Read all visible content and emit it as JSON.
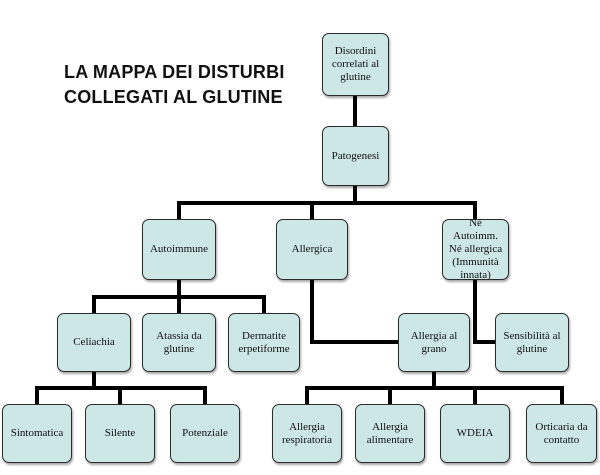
{
  "title": {
    "line1": "LA MAPPA DEI DISTURBI",
    "line2": "COLLEGATI AL GLUTINE"
  },
  "colors": {
    "node_fill": "#cde6e6",
    "node_border": "#2b2b2b",
    "connector": "#000000"
  },
  "nodes": {
    "root": {
      "lines": [
        "Disordini",
        "correlati al",
        "glutine"
      ]
    },
    "patogenesi": {
      "lines": [
        "Patogenesi"
      ]
    },
    "autoimmune": {
      "lines": [
        "Autoimmune"
      ]
    },
    "allergica": {
      "lines": [
        "Allergica"
      ]
    },
    "ne_autoimm": {
      "lines": [
        "Né Autoimm.",
        "Né allergica",
        "(Immunità",
        "innata)"
      ]
    },
    "celiachia": {
      "lines": [
        "Celiachia"
      ]
    },
    "atassia": {
      "lines": [
        "Atassia da",
        "glutine"
      ]
    },
    "dermatite": {
      "lines": [
        "Dermatite",
        "erpetiforme"
      ]
    },
    "allergia_grano": {
      "lines": [
        "Allergia al",
        "grano"
      ]
    },
    "sensibilita": {
      "lines": [
        "Sensibilità al",
        "glutine"
      ]
    },
    "sintomatica": {
      "lines": [
        "Sintomatica"
      ]
    },
    "silente": {
      "lines": [
        "Silente"
      ]
    },
    "potenziale": {
      "lines": [
        "Potenziale"
      ]
    },
    "allergia_respiratoria": {
      "lines": [
        "Allergia",
        "respiratoria"
      ]
    },
    "allergia_alimentare": {
      "lines": [
        "Allergia",
        "alimentare"
      ]
    },
    "wdeia": {
      "lines": [
        "WDEIA"
      ]
    },
    "orticaria": {
      "lines": [
        "Orticaria da",
        "contatto"
      ]
    }
  }
}
